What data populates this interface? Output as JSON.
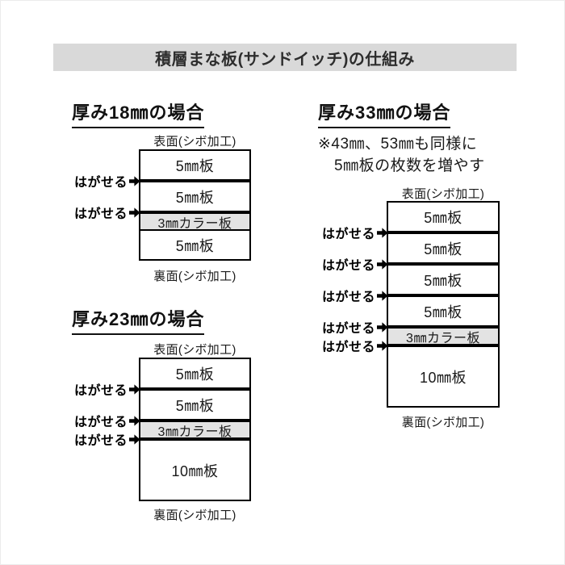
{
  "title_bar": {
    "text": "積層まな板(サンドイッチ)の仕組み",
    "bg": "#d9d9d9"
  },
  "labels": {
    "front_surface": "表面(シボ加工)",
    "back_surface": "裏面(シボ加工)",
    "peel": "はがせる"
  },
  "colors": {
    "line": "#000000",
    "color_board_bg": "#e3e3e3",
    "board_bg": "#ffffff",
    "title_bar_bg": "#d9d9d9"
  },
  "diagrams": [
    {
      "id": "18mm",
      "heading": "厚み18㎜の場合",
      "layers": [
        {
          "kind": "board",
          "label": "5㎜板",
          "h": 35
        },
        {
          "kind": "peel"
        },
        {
          "kind": "board",
          "label": "5㎜板",
          "h": 35
        },
        {
          "kind": "peel"
        },
        {
          "kind": "board",
          "label": "3㎜カラー板",
          "h": 19,
          "color": true
        },
        {
          "kind": "thin"
        },
        {
          "kind": "board",
          "label": "5㎜板",
          "h": 35
        }
      ]
    },
    {
      "id": "23mm",
      "heading": "厚み23㎜の場合",
      "layers": [
        {
          "kind": "board",
          "label": "5㎜板",
          "h": 35
        },
        {
          "kind": "peel"
        },
        {
          "kind": "board",
          "label": "5㎜板",
          "h": 35
        },
        {
          "kind": "peel"
        },
        {
          "kind": "board",
          "label": "3㎜カラー板",
          "h": 19,
          "color": true
        },
        {
          "kind": "peel"
        },
        {
          "kind": "board",
          "label": "10㎜板",
          "h": 73
        }
      ]
    },
    {
      "id": "33mm",
      "heading": "厚み33㎜の場合",
      "note_lines": [
        "※43㎜、53㎜も同様に",
        "5㎜板の枚数を増やす"
      ],
      "layers": [
        {
          "kind": "board",
          "label": "5㎜板",
          "h": 35
        },
        {
          "kind": "peel"
        },
        {
          "kind": "board",
          "label": "5㎜板",
          "h": 35
        },
        {
          "kind": "peel"
        },
        {
          "kind": "board",
          "label": "5㎜板",
          "h": 35
        },
        {
          "kind": "peel"
        },
        {
          "kind": "board",
          "label": "5㎜板",
          "h": 35
        },
        {
          "kind": "peel"
        },
        {
          "kind": "board",
          "label": "3㎜カラー板",
          "h": 19,
          "color": true
        },
        {
          "kind": "peel"
        },
        {
          "kind": "board",
          "label": "10㎜板",
          "h": 73
        }
      ]
    }
  ]
}
